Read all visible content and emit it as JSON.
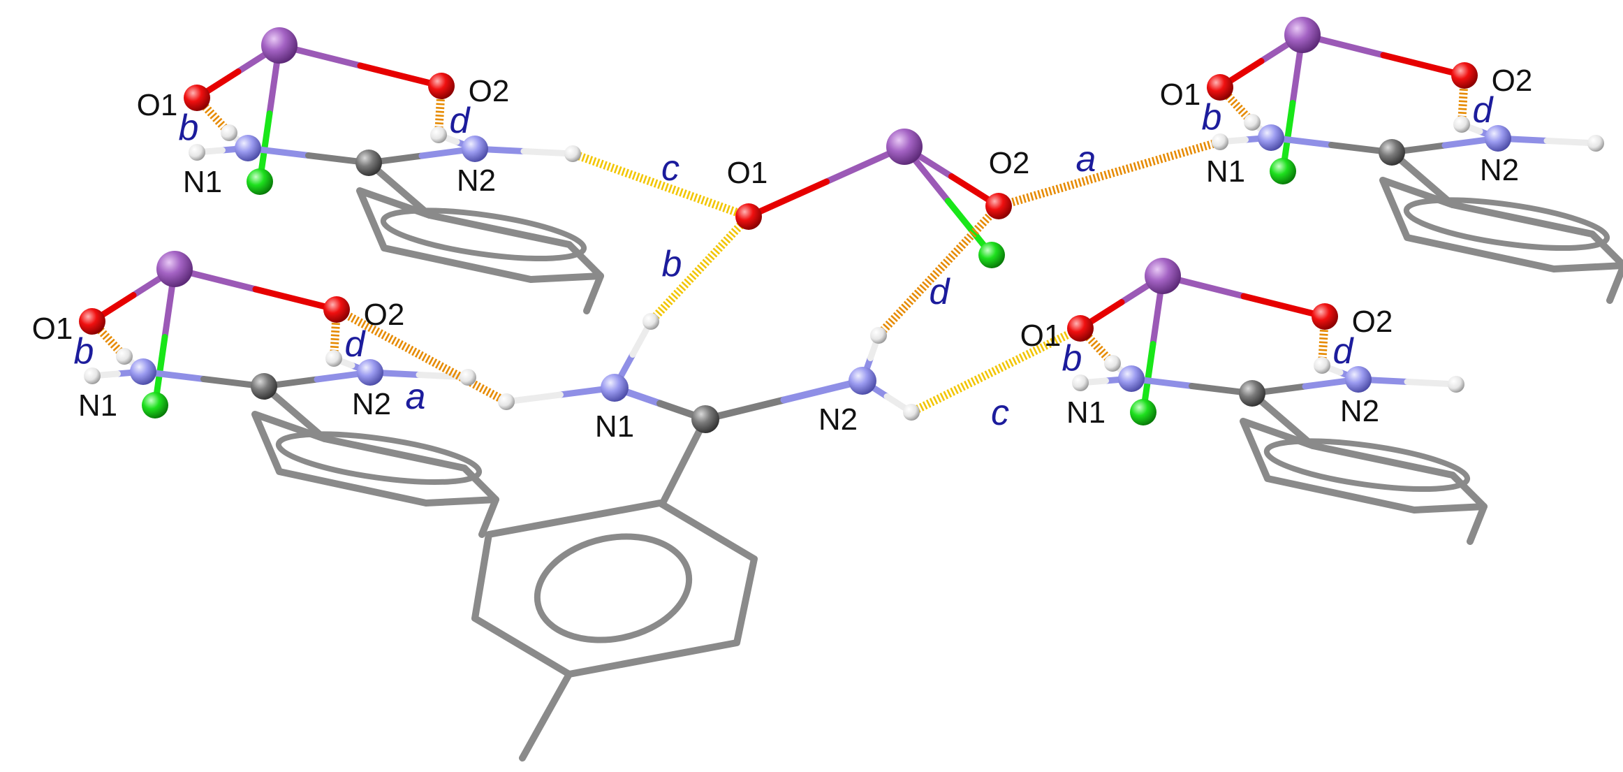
{
  "atom_labels": {
    "o1": "O1",
    "o2": "O2",
    "n1": "N1",
    "n2": "N2"
  },
  "hbond_labels": {
    "a": "a",
    "b": "b",
    "c": "c",
    "d": "d"
  },
  "colors": {
    "background": "#ffffff",
    "carbon": "#7d7d7d",
    "ring": "#8a8a8a",
    "nitrogen": "#8f8fe6",
    "oxygen": "#e60000",
    "hydrogen": "#ececec",
    "chlorine": "#19e619",
    "metal": "#9b59b6",
    "hbond_strong": "#e68a00",
    "hbond_weak": "#f2c500",
    "label_text": "#111111",
    "hbond_text": "#1c1c9c"
  }
}
